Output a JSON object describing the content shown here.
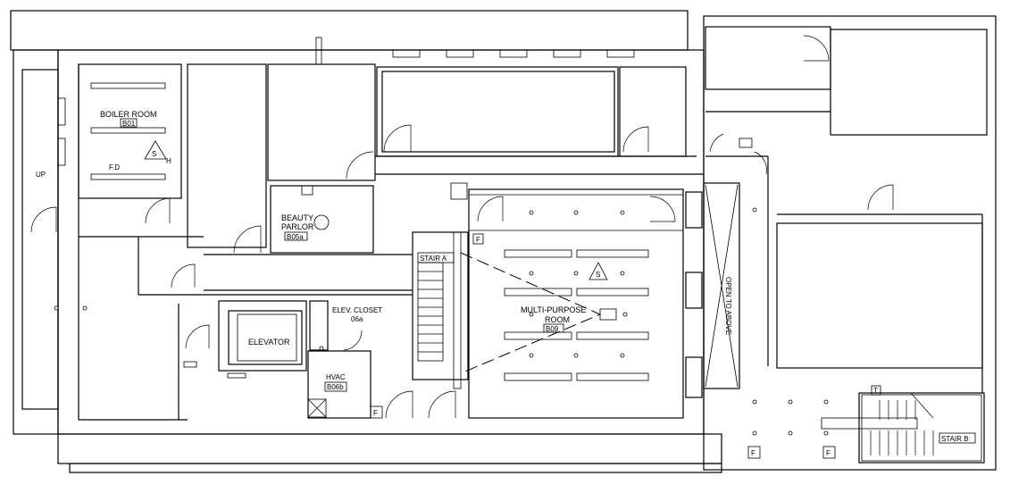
{
  "plan": {
    "up_label": "UP",
    "boiler_room": {
      "name": "BOILER ROOM",
      "number": "B01",
      "fd_label": "F.D",
      "symbol": "S",
      "symbol_suffix": "H"
    },
    "beauty_parlor": {
      "name_line1": "BEAUTY",
      "name_line2": "PARLOR",
      "number": "B05a"
    },
    "stair_a": "STAIR A",
    "stair_b": "STAIR B",
    "fire_label": "F",
    "hatch_label": "T",
    "multi_purpose": {
      "name_line1": "MULTI-PURPOSE",
      "name_line2": "ROOM",
      "number": "B09",
      "symbol": "S"
    },
    "open_to_above": "OPEN TO ABOVE",
    "elevator": "ELEVATOR",
    "elev_closet": {
      "name": "ELEV. CLOSET",
      "number": "06a"
    },
    "hvac": {
      "name": "HVAC",
      "number": "B06b"
    }
  }
}
